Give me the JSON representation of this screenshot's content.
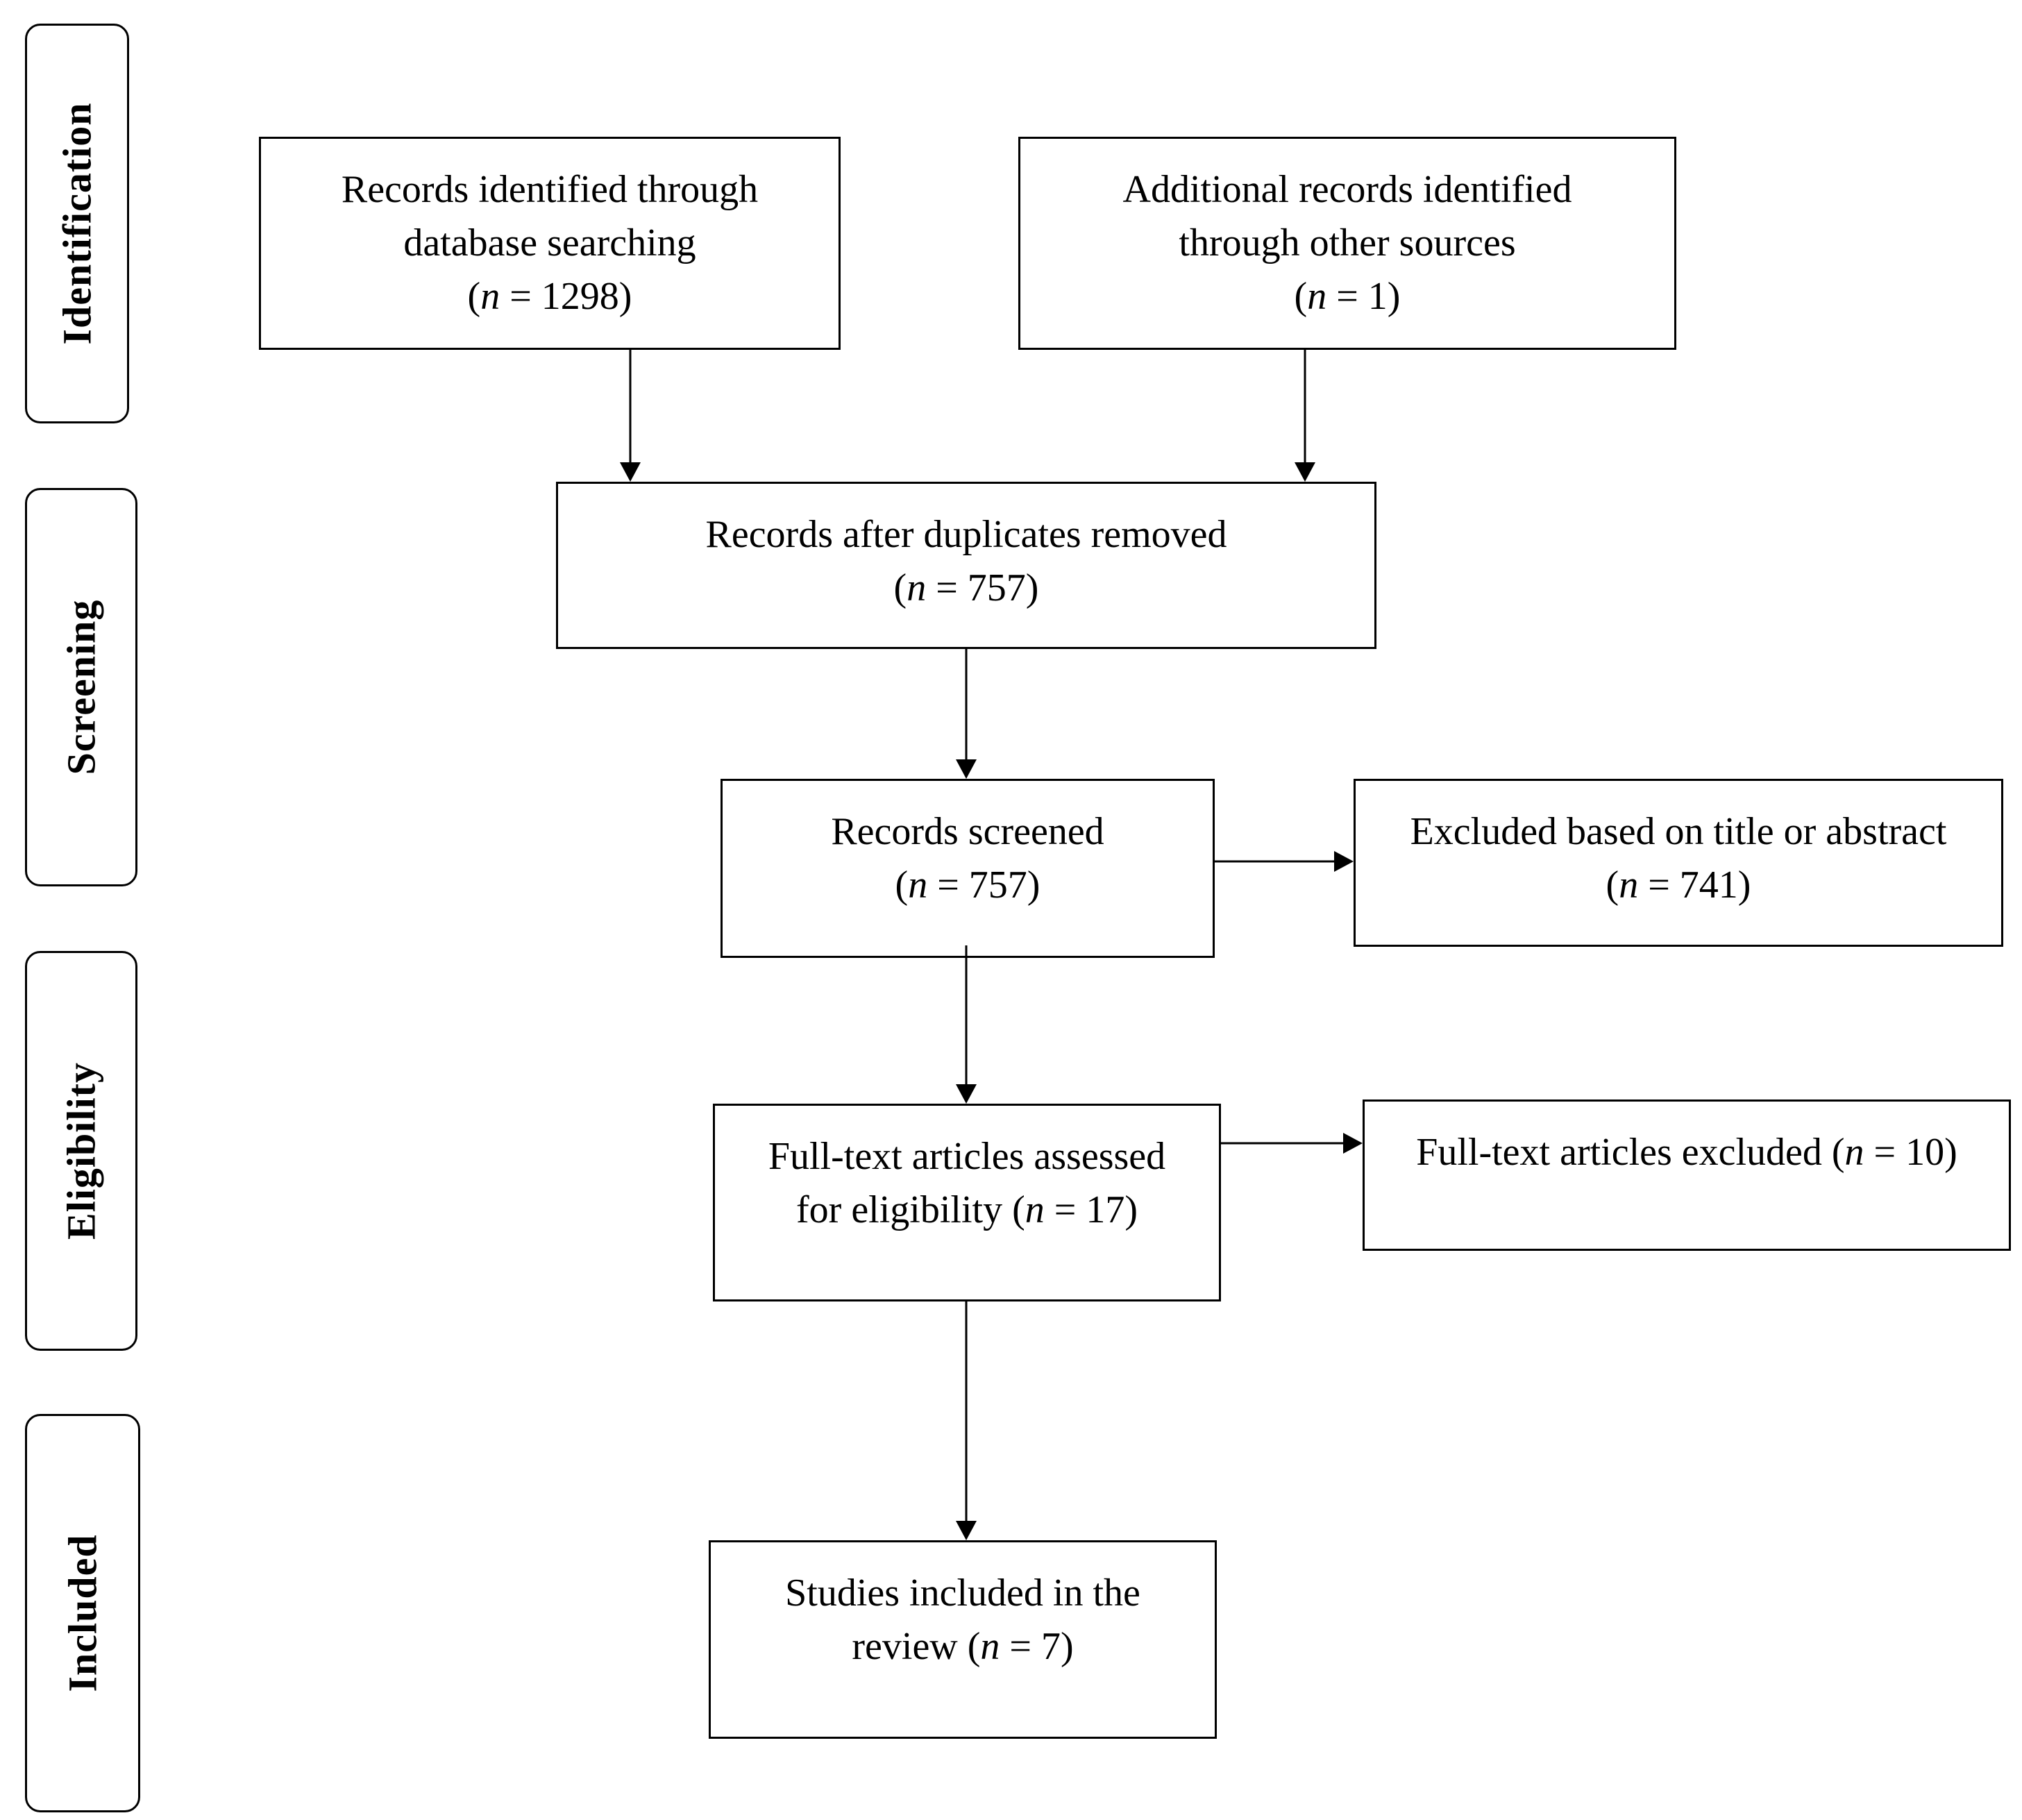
{
  "stages": {
    "identification": "Identification",
    "screening": "Screening",
    "eligibility": "Eligibility",
    "included": "Included"
  },
  "boxes": {
    "database_records": {
      "line1": "Records identified through",
      "line2": "database searching",
      "count_prefix": "(",
      "n_symbol": "n",
      "count_value": " = 1298)"
    },
    "other_sources": {
      "line1": "Additional records identified",
      "line2": "through other sources",
      "count_prefix": "(",
      "n_symbol": "n",
      "count_value": " = 1)"
    },
    "after_duplicates": {
      "line1": "Records after duplicates removed",
      "count_prefix": "(",
      "n_symbol": "n",
      "count_value": " = 757)"
    },
    "screened": {
      "line1": "Records screened",
      "count_prefix": "(",
      "n_symbol": "n",
      "count_value": " = 757)"
    },
    "excluded_title": {
      "line1": "Excluded based on title or abstract",
      "count_prefix": "(",
      "n_symbol": "n",
      "count_value": " = 741)"
    },
    "fulltext_assessed": {
      "line1": "Full-text articles assessed",
      "line2_prefix": "for eligibility (",
      "n_symbol": "n",
      "count_value": " = 17)"
    },
    "fulltext_excluded": {
      "line1_prefix": "Full-text articles excluded (",
      "n_symbol": "n",
      "count_value": " = 10)"
    },
    "included_studies": {
      "line1": "Studies included in the",
      "line2_prefix": "review (",
      "n_symbol": "n",
      "count_value": " = 7)"
    }
  }
}
